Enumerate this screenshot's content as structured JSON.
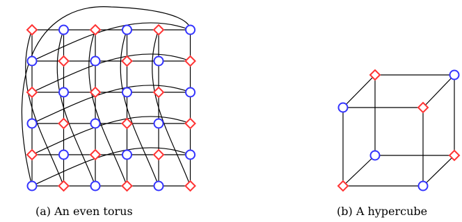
{
  "figure": {
    "panels": [
      {
        "id": "a",
        "caption": "(a) An even torus",
        "graph": "torus",
        "rows": 6,
        "cols": 6,
        "wraparound_edges": true
      },
      {
        "id": "b",
        "caption": "(b) A hypercube",
        "graph": "hypercube",
        "dimension": 3
      }
    ],
    "node_styles": {
      "circle": {
        "shape": "circle",
        "stroke": "#3333ff"
      },
      "diamond": {
        "shape": "diamond",
        "stroke": "#ff3333"
      }
    },
    "colors": {
      "edge": "#000000",
      "node_fill": "#ffffff"
    }
  }
}
